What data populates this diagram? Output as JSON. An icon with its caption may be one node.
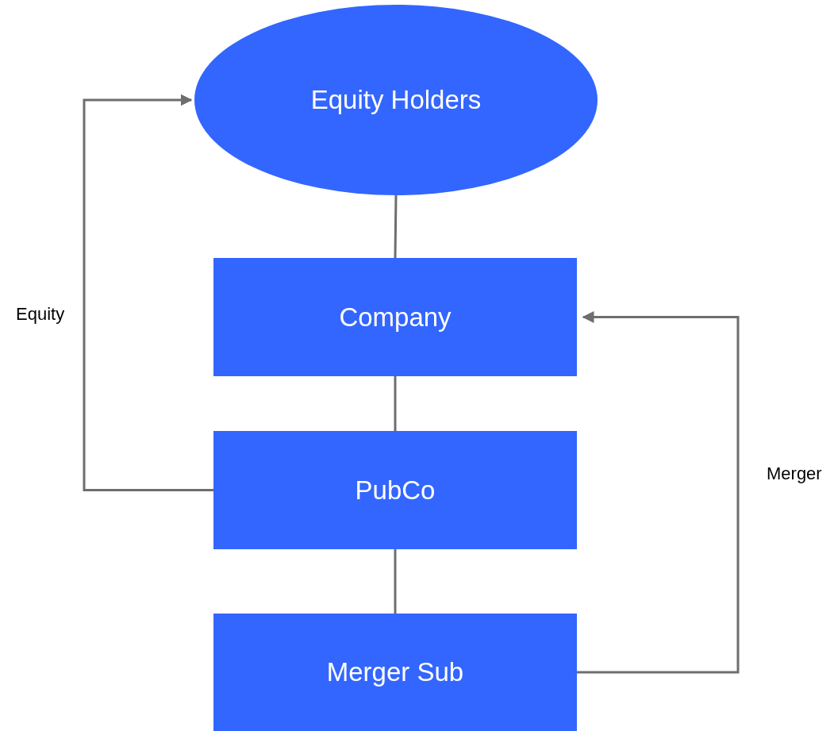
{
  "diagram": {
    "nodes": [
      {
        "text": [
          "Equity Holders"
        ]
      },
      {
        "text": [
          "Company"
        ]
      },
      {
        "text": [
          "PubCo"
        ]
      },
      {
        "text": [
          "Merger Sub"
        ]
      }
    ],
    "edges": [
      {
        "from": 0,
        "to": 1,
        "arrow": "none"
      },
      {
        "from": 1,
        "to": 2,
        "arrow": "none"
      },
      {
        "from": 2,
        "to": 3,
        "arrow": "none"
      },
      {
        "from": 2,
        "to": 0,
        "arrow": "to",
        "label": "Equity"
      },
      {
        "from": 3,
        "to": 1,
        "arrow": "to",
        "label": "Merger"
      }
    ]
  }
}
